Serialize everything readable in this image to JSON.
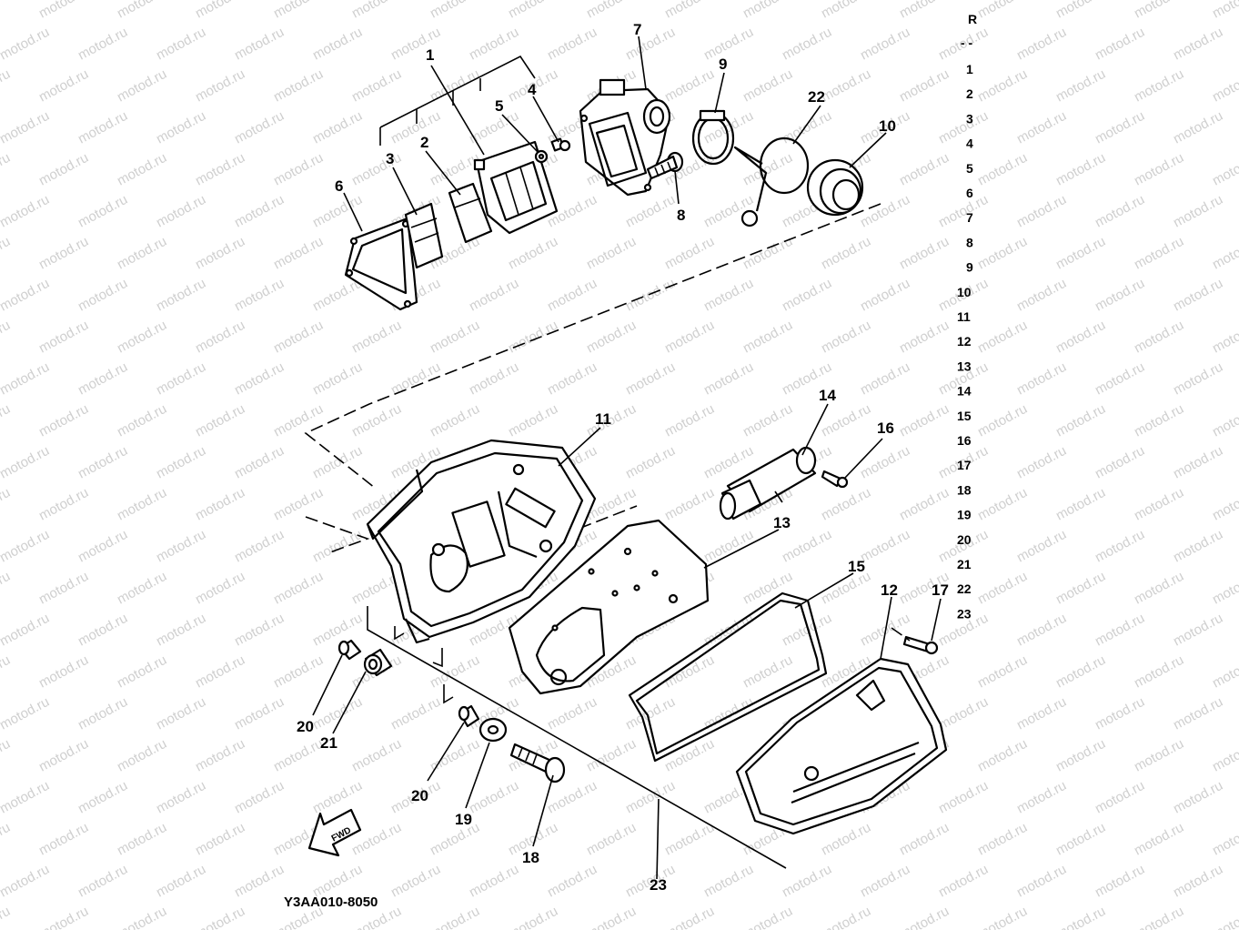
{
  "watermark": "motod.ru",
  "diagram_code": "Y3AA010-8050",
  "fwd_label": "FWD",
  "ref_column": {
    "header": "R",
    "dash": "- -",
    "numbers": [
      "1",
      "2",
      "3",
      "4",
      "5",
      "6",
      "7",
      "8",
      "9",
      "10",
      "11",
      "12",
      "13",
      "14",
      "15",
      "16",
      "17",
      "18",
      "19",
      "20",
      "21",
      "22",
      "23"
    ]
  },
  "callouts": [
    {
      "id": "c1",
      "label": "1"
    },
    {
      "id": "c2",
      "label": "2"
    },
    {
      "id": "c3",
      "label": "3"
    },
    {
      "id": "c4",
      "label": "4"
    },
    {
      "id": "c5",
      "label": "5"
    },
    {
      "id": "c6",
      "label": "6"
    },
    {
      "id": "c7",
      "label": "7"
    },
    {
      "id": "c8",
      "label": "8"
    },
    {
      "id": "c9",
      "label": "9"
    },
    {
      "id": "c10",
      "label": "10"
    },
    {
      "id": "c11",
      "label": "11"
    },
    {
      "id": "c12",
      "label": "12"
    },
    {
      "id": "c13",
      "label": "13"
    },
    {
      "id": "c14",
      "label": "14"
    },
    {
      "id": "c15",
      "label": "15"
    },
    {
      "id": "c16",
      "label": "16"
    },
    {
      "id": "c17",
      "label": "17"
    },
    {
      "id": "c18",
      "label": "18"
    },
    {
      "id": "c19",
      "label": "19"
    },
    {
      "id": "c20a",
      "label": "20"
    },
    {
      "id": "c20b",
      "label": "20"
    },
    {
      "id": "c21",
      "label": "21"
    },
    {
      "id": "c22",
      "label": "22"
    },
    {
      "id": "c23",
      "label": "23"
    }
  ]
}
